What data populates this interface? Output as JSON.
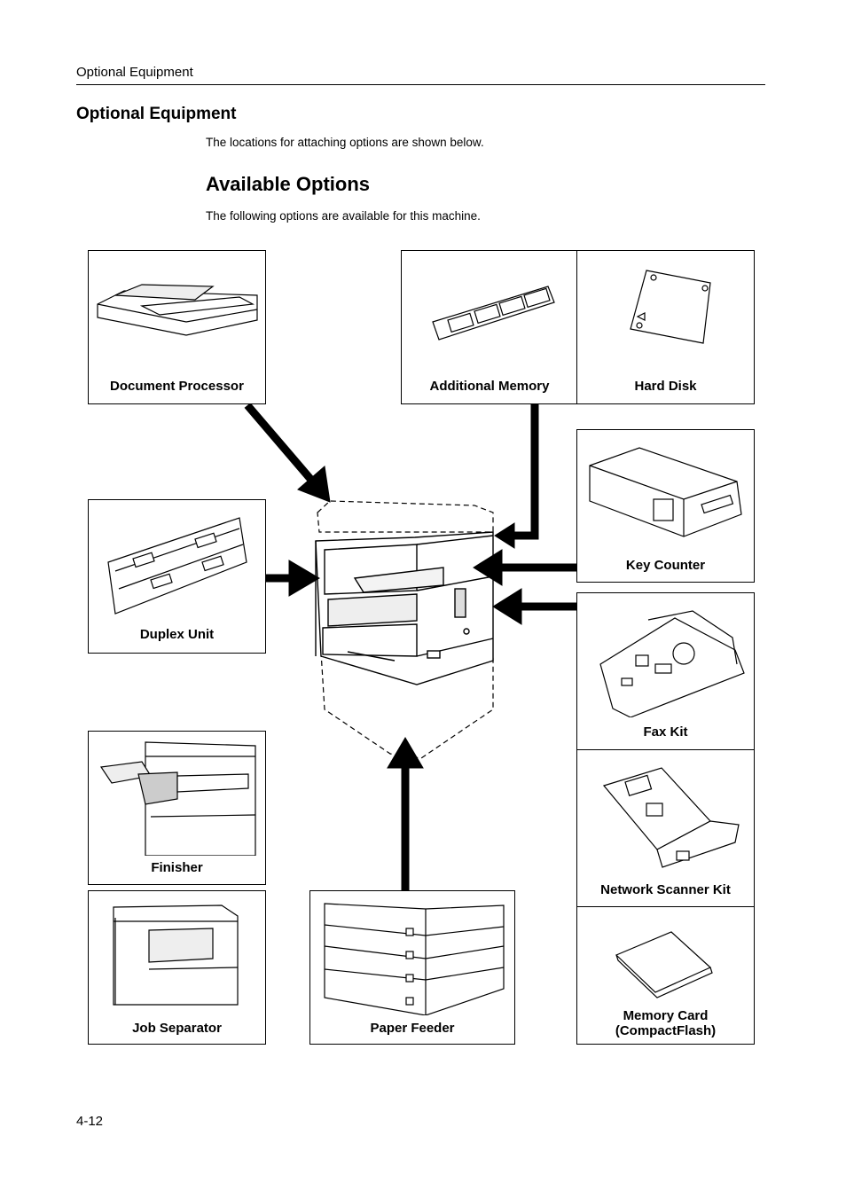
{
  "header": {
    "running_title": "Optional Equipment"
  },
  "section": {
    "title": "Optional Equipment",
    "intro": "The locations for attaching options are shown below."
  },
  "subsection": {
    "title": "Available Options",
    "intro": "The following options are available for this machine."
  },
  "options": {
    "document_processor": "Document Processor",
    "additional_memory": "Additional Memory",
    "hard_disk": "Hard Disk",
    "key_counter": "Key Counter",
    "duplex_unit": "Duplex Unit",
    "fax_kit": "Fax Kit",
    "network_scanner_kit": "Network Scanner Kit",
    "memory_card_line1": "Memory Card",
    "memory_card_line2": "(CompactFlash)",
    "finisher": "Finisher",
    "job_separator": "Job Separator",
    "paper_feeder": "Paper Feeder"
  },
  "footer": {
    "page_number": "4-12"
  }
}
